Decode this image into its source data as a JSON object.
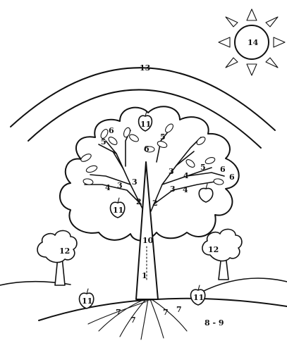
{
  "labels": {
    "sun": "14",
    "rainbow": "13",
    "crown_apple": "11",
    "left_apple": "11",
    "ground_apple_left": "11",
    "ground_apple_right": "11",
    "left_tree": "12",
    "right_tree": "12",
    "trunk_top": "10",
    "trunk_bottom": "1",
    "root_a": "7",
    "root_b": "7",
    "root_c": "7",
    "root_d": "7",
    "soil": "8 - 9",
    "branch_left_2": "2",
    "branch_right_2": "2",
    "branch_left_3a": "3",
    "branch_left_3b": "3",
    "branch_right_3a": "3",
    "branch_right_3b": "3",
    "twig_left_4": "4",
    "twig_right_4a": "4",
    "twig_right_4b": "4",
    "leaf_left_5": "5",
    "leaf_mid_5": "5",
    "leaf_right_5": "5",
    "top_6a": "6",
    "top_6b": "6",
    "right_6a": "6",
    "right_6b": "6"
  }
}
